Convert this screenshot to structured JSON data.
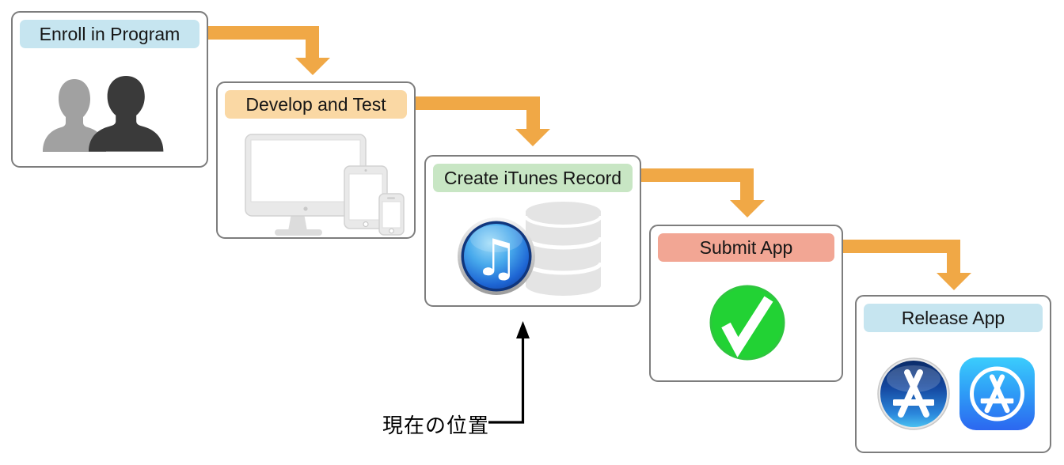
{
  "colors": {
    "background": "#FFFFFF",
    "arrow": "#F0A846",
    "box_border": "#7D7D7D",
    "annotation_line": "#000000"
  },
  "steps": [
    {
      "label": "Enroll in Program",
      "header_color": "#C6E5F0",
      "icon": "two-people-icon"
    },
    {
      "label": "Develop and Test",
      "header_color": "#FAD8A4",
      "icon": "devices-icon"
    },
    {
      "label": "Create iTunes Record",
      "header_color": "#C8E6C4",
      "icon": "itunes-database-icon"
    },
    {
      "label": "Submit App",
      "header_color": "#F2A694",
      "icon": "checkmark-icon"
    },
    {
      "label": "Release App",
      "header_color": "#C6E5F0",
      "icon": "app-store-icons"
    }
  ],
  "annotation": {
    "label": "現在の位置"
  }
}
